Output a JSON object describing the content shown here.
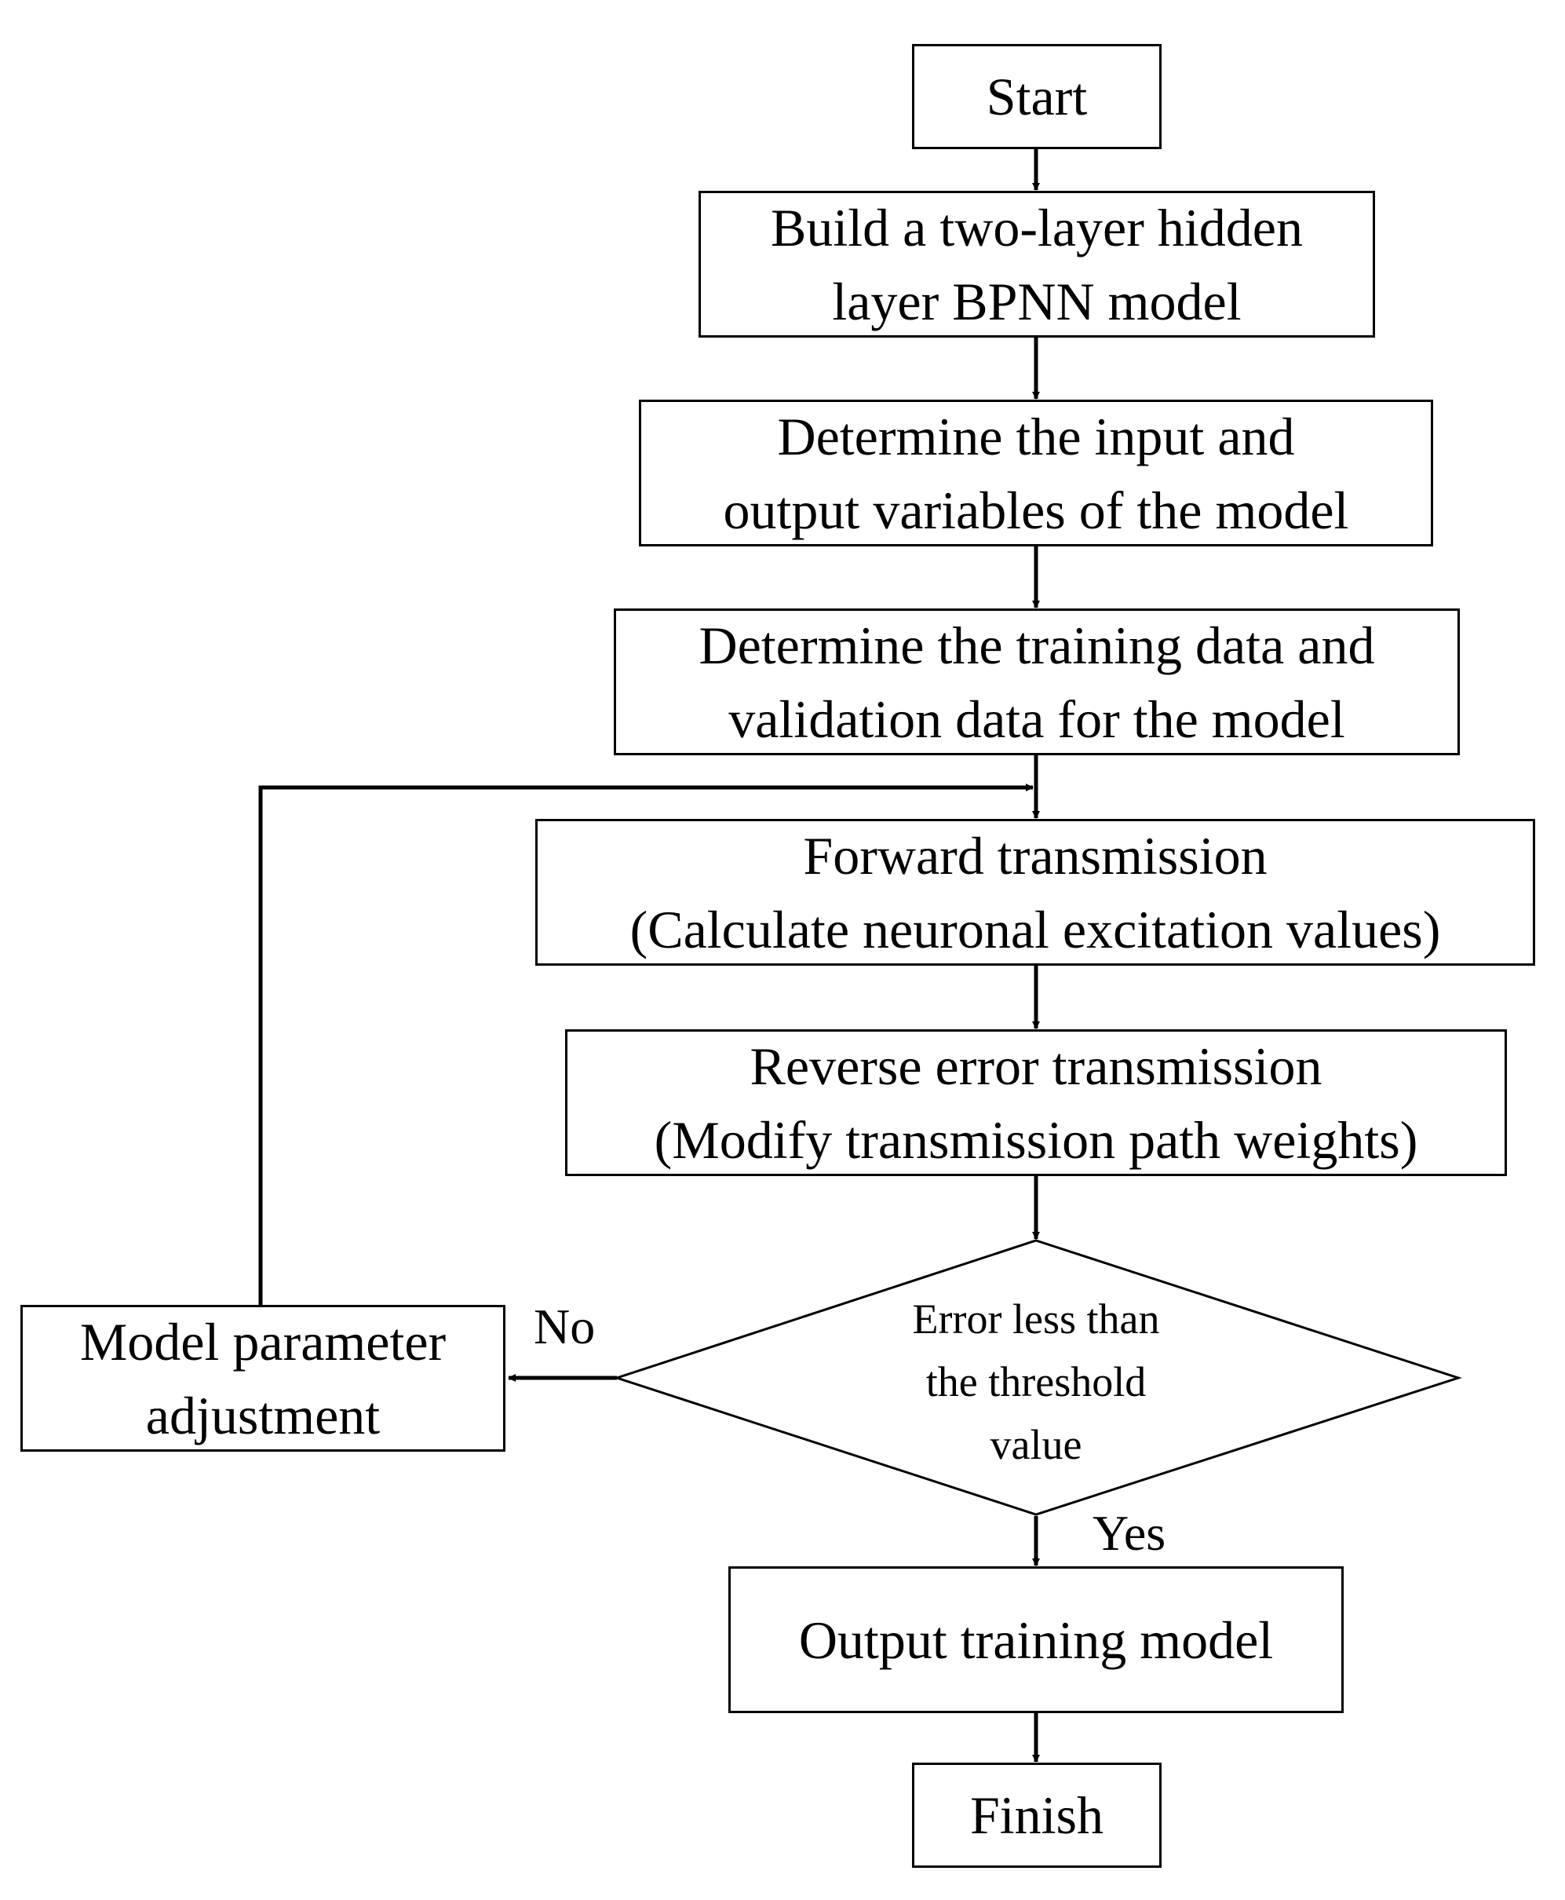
{
  "nodes": {
    "start": "Start",
    "build": [
      "Build a two-layer hidden",
      "layer BPNN model"
    ],
    "io": [
      "Determine the input and",
      "output variables of the model"
    ],
    "data": [
      "Determine the training data and",
      "validation data for the model"
    ],
    "forward": [
      "Forward transmission",
      "(Calculate neuronal excitation values)"
    ],
    "reverse": [
      "Reverse error transmission",
      "(Modify transmission path weights)"
    ],
    "decision": [
      "Error less than",
      "the threshold",
      "value"
    ],
    "adjust": [
      "Model parameter",
      "adjustment"
    ],
    "output": "Output training model",
    "finish": "Finish"
  },
  "labels": {
    "no": "No",
    "yes": "Yes"
  }
}
